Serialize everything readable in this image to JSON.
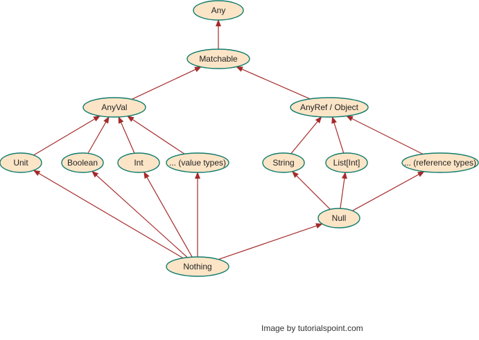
{
  "diagram": {
    "colors": {
      "node_fill": "#fce5c7",
      "node_stroke": "#0f7b6c",
      "edge": "#a52a2a"
    },
    "nodes": {
      "any": "Any",
      "matchable": "Matchable",
      "anyval": "AnyVal",
      "anyref": "AnyRef / Object",
      "unit": "Unit",
      "boolean": "Boolean",
      "int": "Int",
      "valuetypes": "... (value types)",
      "string": "String",
      "listint": "List[Int]",
      "reftypes": "... (reference types)",
      "null": "Null",
      "nothing": "Nothing"
    },
    "edges": [
      {
        "from": "matchable",
        "to": "any"
      },
      {
        "from": "anyval",
        "to": "matchable"
      },
      {
        "from": "anyref",
        "to": "matchable"
      },
      {
        "from": "unit",
        "to": "anyval"
      },
      {
        "from": "boolean",
        "to": "anyval"
      },
      {
        "from": "int",
        "to": "anyval"
      },
      {
        "from": "valuetypes",
        "to": "anyval"
      },
      {
        "from": "string",
        "to": "anyref"
      },
      {
        "from": "listint",
        "to": "anyref"
      },
      {
        "from": "reftypes",
        "to": "anyref"
      },
      {
        "from": "null",
        "to": "string"
      },
      {
        "from": "null",
        "to": "listint"
      },
      {
        "from": "null",
        "to": "reftypes"
      },
      {
        "from": "nothing",
        "to": "unit"
      },
      {
        "from": "nothing",
        "to": "boolean"
      },
      {
        "from": "nothing",
        "to": "int"
      },
      {
        "from": "nothing",
        "to": "valuetypes"
      },
      {
        "from": "nothing",
        "to": "null"
      }
    ]
  },
  "credit": "Image by tutorialspoint.com"
}
